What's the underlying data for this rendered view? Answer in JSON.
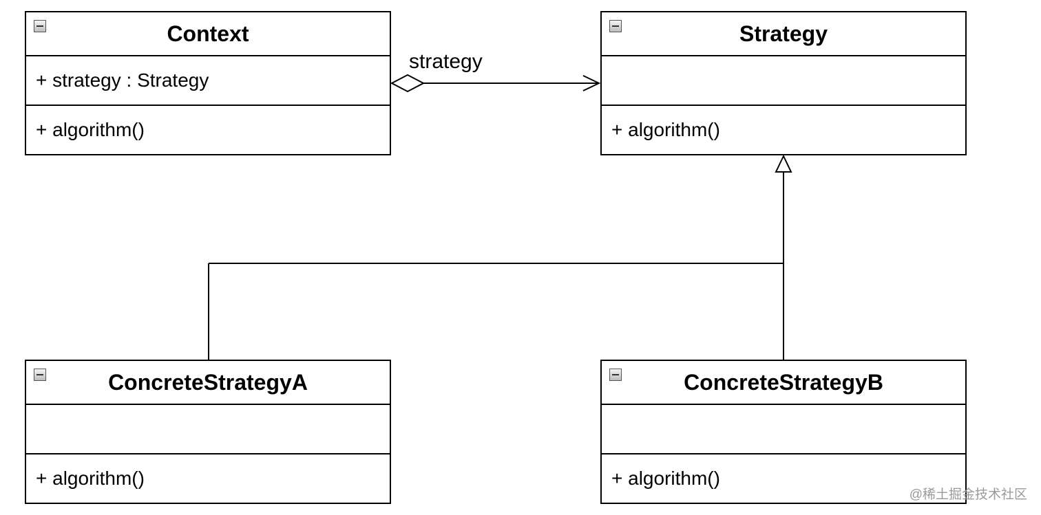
{
  "classes": [
    {
      "id": "context",
      "name": "Context",
      "attributes": [
        "+ strategy : Strategy"
      ],
      "operations": [
        "+ algorithm()"
      ]
    },
    {
      "id": "strategy",
      "name": "Strategy",
      "attributes": [],
      "operations": [
        "+ algorithm()"
      ]
    },
    {
      "id": "concrete-a",
      "name": "ConcreteStrategyA",
      "attributes": [],
      "operations": [
        "+ algorithm()"
      ]
    },
    {
      "id": "concrete-b",
      "name": "ConcreteStrategyB",
      "attributes": [],
      "operations": [
        "+ algorithm()"
      ]
    }
  ],
  "relations": [
    {
      "type": "aggregation",
      "from": "context",
      "to": "strategy",
      "label": "strategy"
    },
    {
      "type": "generalization",
      "from": "concrete-a",
      "to": "strategy"
    },
    {
      "type": "generalization",
      "from": "concrete-b",
      "to": "strategy"
    }
  ],
  "watermark": "@稀土掘金技术社区"
}
